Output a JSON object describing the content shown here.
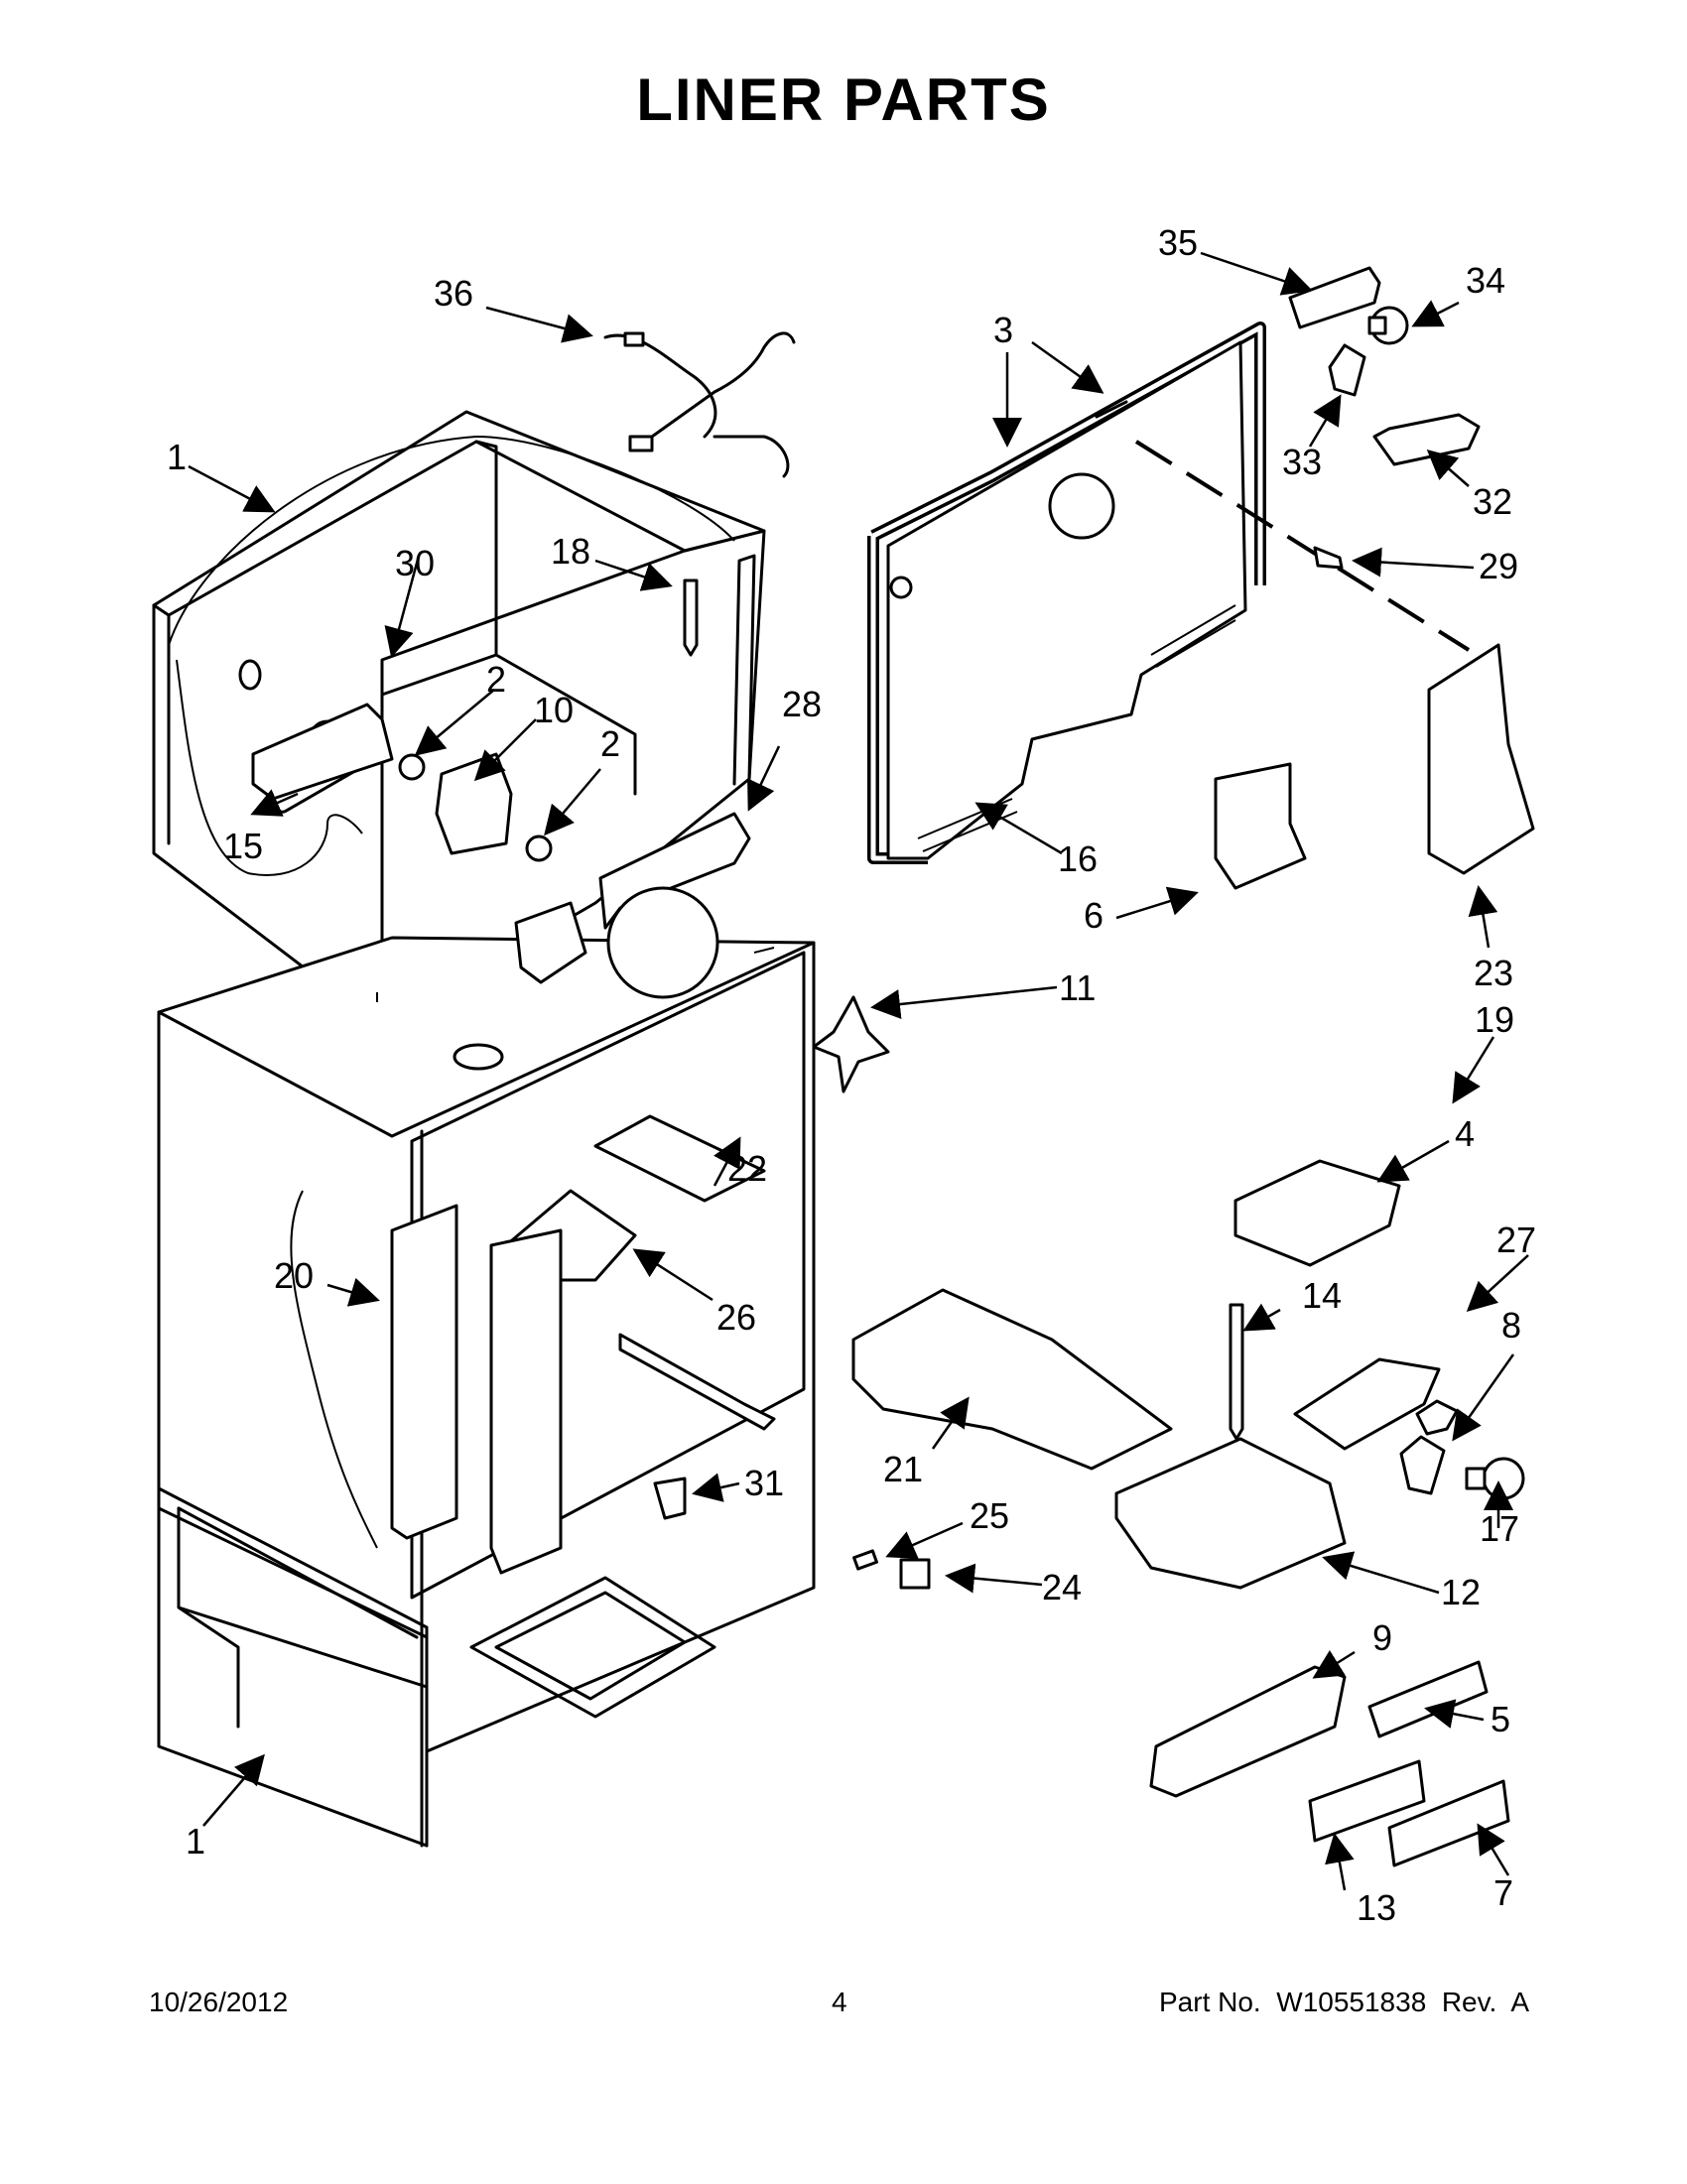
{
  "title": "LINER PARTS",
  "callouts": {
    "c1a": "1",
    "c1b": "1",
    "c2a": "2",
    "c2b": "2",
    "c3": "3",
    "c4": "4",
    "c5": "5",
    "c6": "6",
    "c7": "7",
    "c8": "8",
    "c9": "9",
    "c10": "10",
    "c11": "11",
    "c12": "12",
    "c13": "13",
    "c14": "14",
    "c15": "15",
    "c16": "16",
    "c17": "17",
    "c18": "18",
    "c19": "19",
    "c20": "20",
    "c21": "21",
    "c22": "22",
    "c23": "23",
    "c24": "24",
    "c25": "25",
    "c26": "26",
    "c27": "27",
    "c28": "28",
    "c29": "29",
    "c30": "30",
    "c31": "31",
    "c32": "32",
    "c33": "33",
    "c34": "34",
    "c35": "35",
    "c36": "36"
  },
  "footer": {
    "date": "10/26/2012",
    "page": "4",
    "part_no": "Part No.  W10551838  Rev.  A"
  }
}
